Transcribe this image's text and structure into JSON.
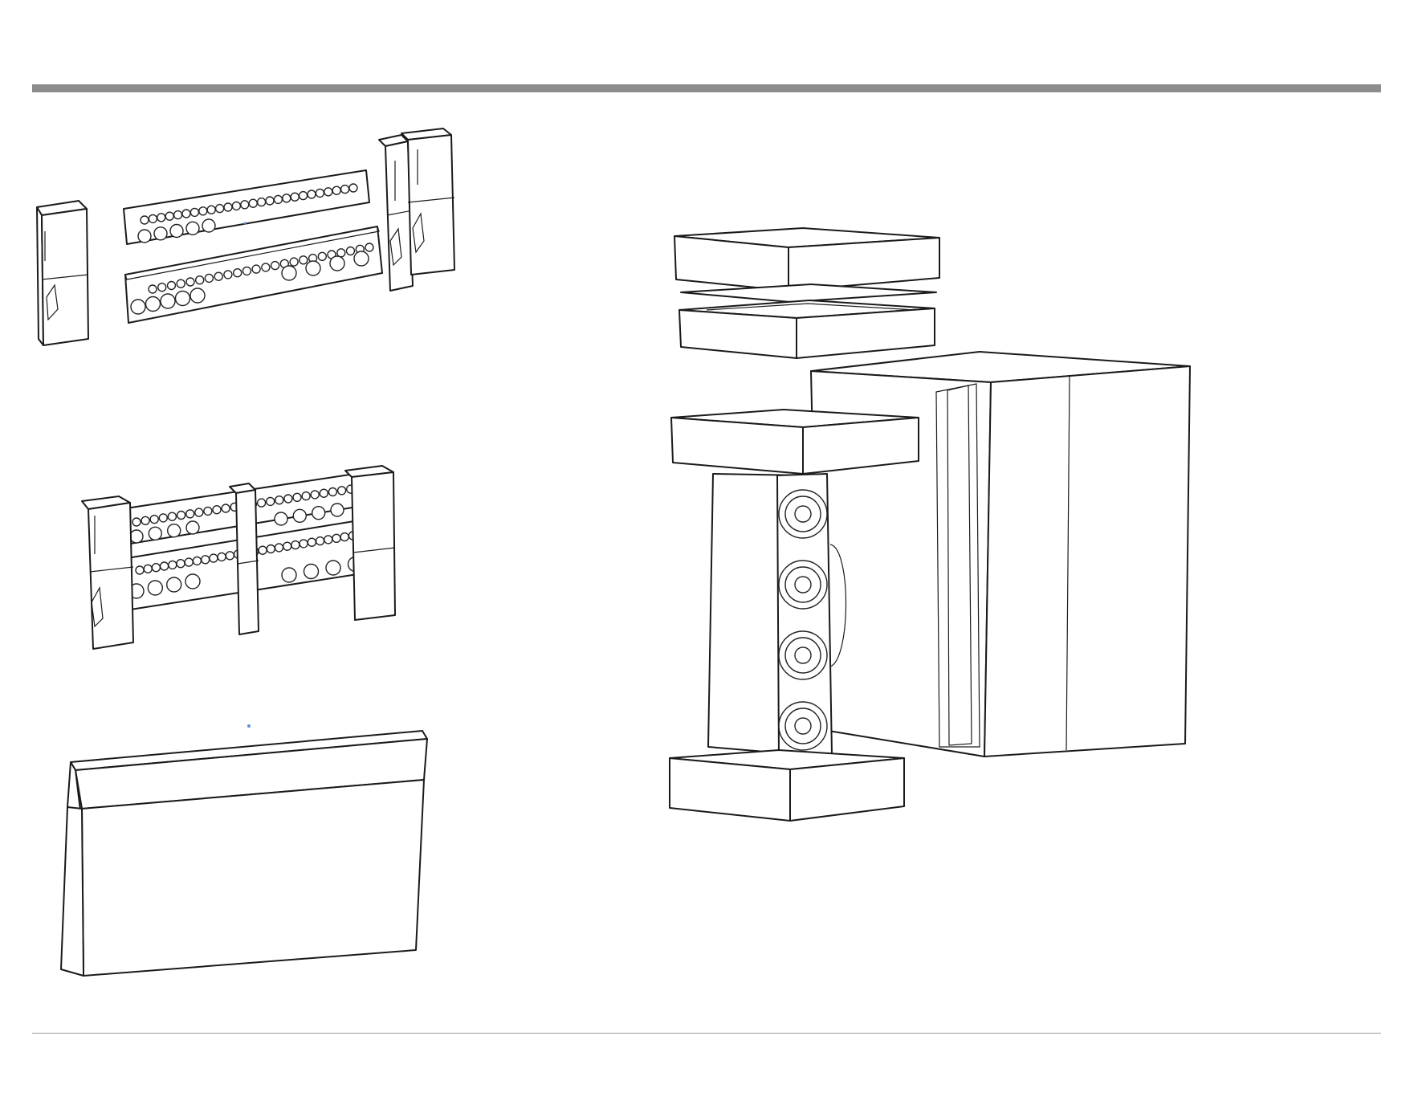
{
  "page": {
    "rule_color_top": "#8c8c8c",
    "rule_color_bottom": "#9a9a9a"
  },
  "figures": [
    {
      "id": "end-caps-and-braces-exploded",
      "icon": "packing-inserts-exploded-icon"
    },
    {
      "id": "end-caps-and-braces-assembled",
      "icon": "packing-inserts-assembled-icon"
    },
    {
      "id": "inner-carton",
      "icon": "carton-box-icon"
    },
    {
      "id": "speaker-packing-exploded",
      "icon": "speaker-in-carton-icon"
    }
  ]
}
